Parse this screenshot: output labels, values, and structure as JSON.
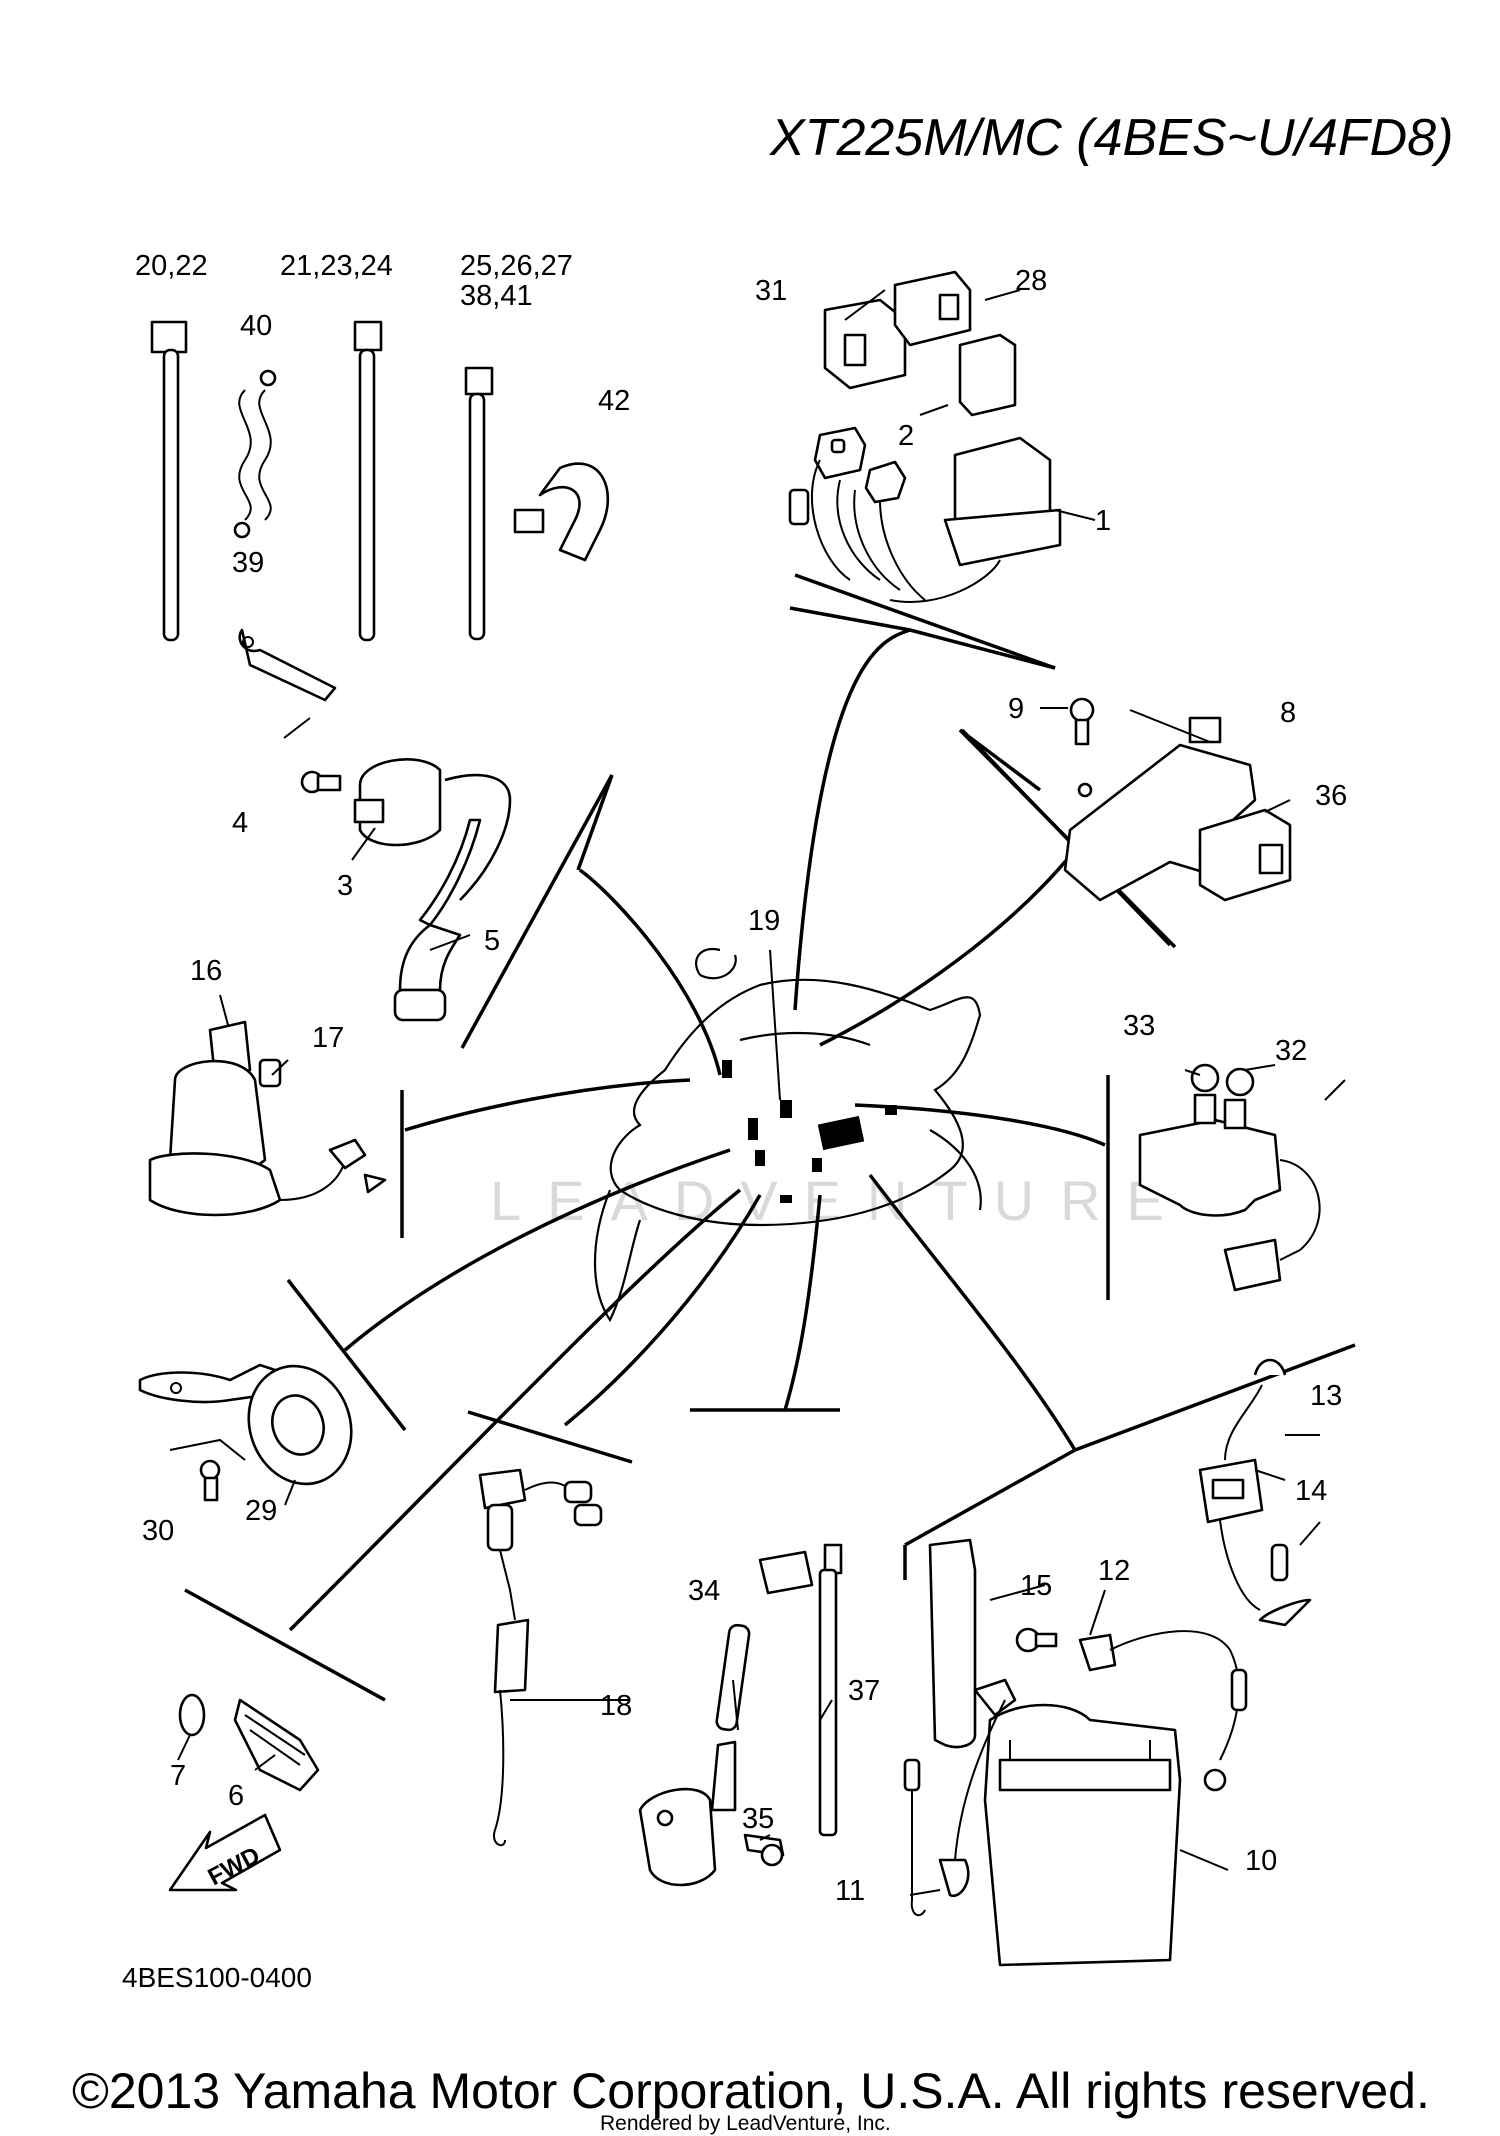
{
  "title": "XT225M/MC (4BES~U/4FD8)",
  "diagram_code": "4BES100-0400",
  "copyright": "©2013 Yamaha Motor Corporation, U.S.A. All rights reserved.",
  "rendered_by": "Rendered by LeadVenture, Inc.",
  "watermark": "LEADVENTURE",
  "fwd_label": "FWD",
  "callouts": {
    "c20_22": "20,22",
    "c21_23_24": "21,23,24",
    "c25_26_27": "25,26,27",
    "c38_41": "38,41",
    "c40": "40",
    "c42": "42",
    "c39": "39",
    "c31": "31",
    "c28": "28",
    "c2": "2",
    "c1": "1",
    "c9": "9",
    "c8": "8",
    "c36": "36",
    "c4": "4",
    "c3": "3",
    "c5": "5",
    "c19": "19",
    "c16": "16",
    "c17": "17",
    "c33": "33",
    "c32": "32",
    "c30": "30",
    "c29": "29",
    "c13": "13",
    "c14": "14",
    "c12": "12",
    "c15": "15",
    "c34": "34",
    "c37": "37",
    "c35": "35",
    "c18": "18",
    "c7": "7",
    "c6": "6",
    "c10": "10",
    "c11": "11"
  }
}
